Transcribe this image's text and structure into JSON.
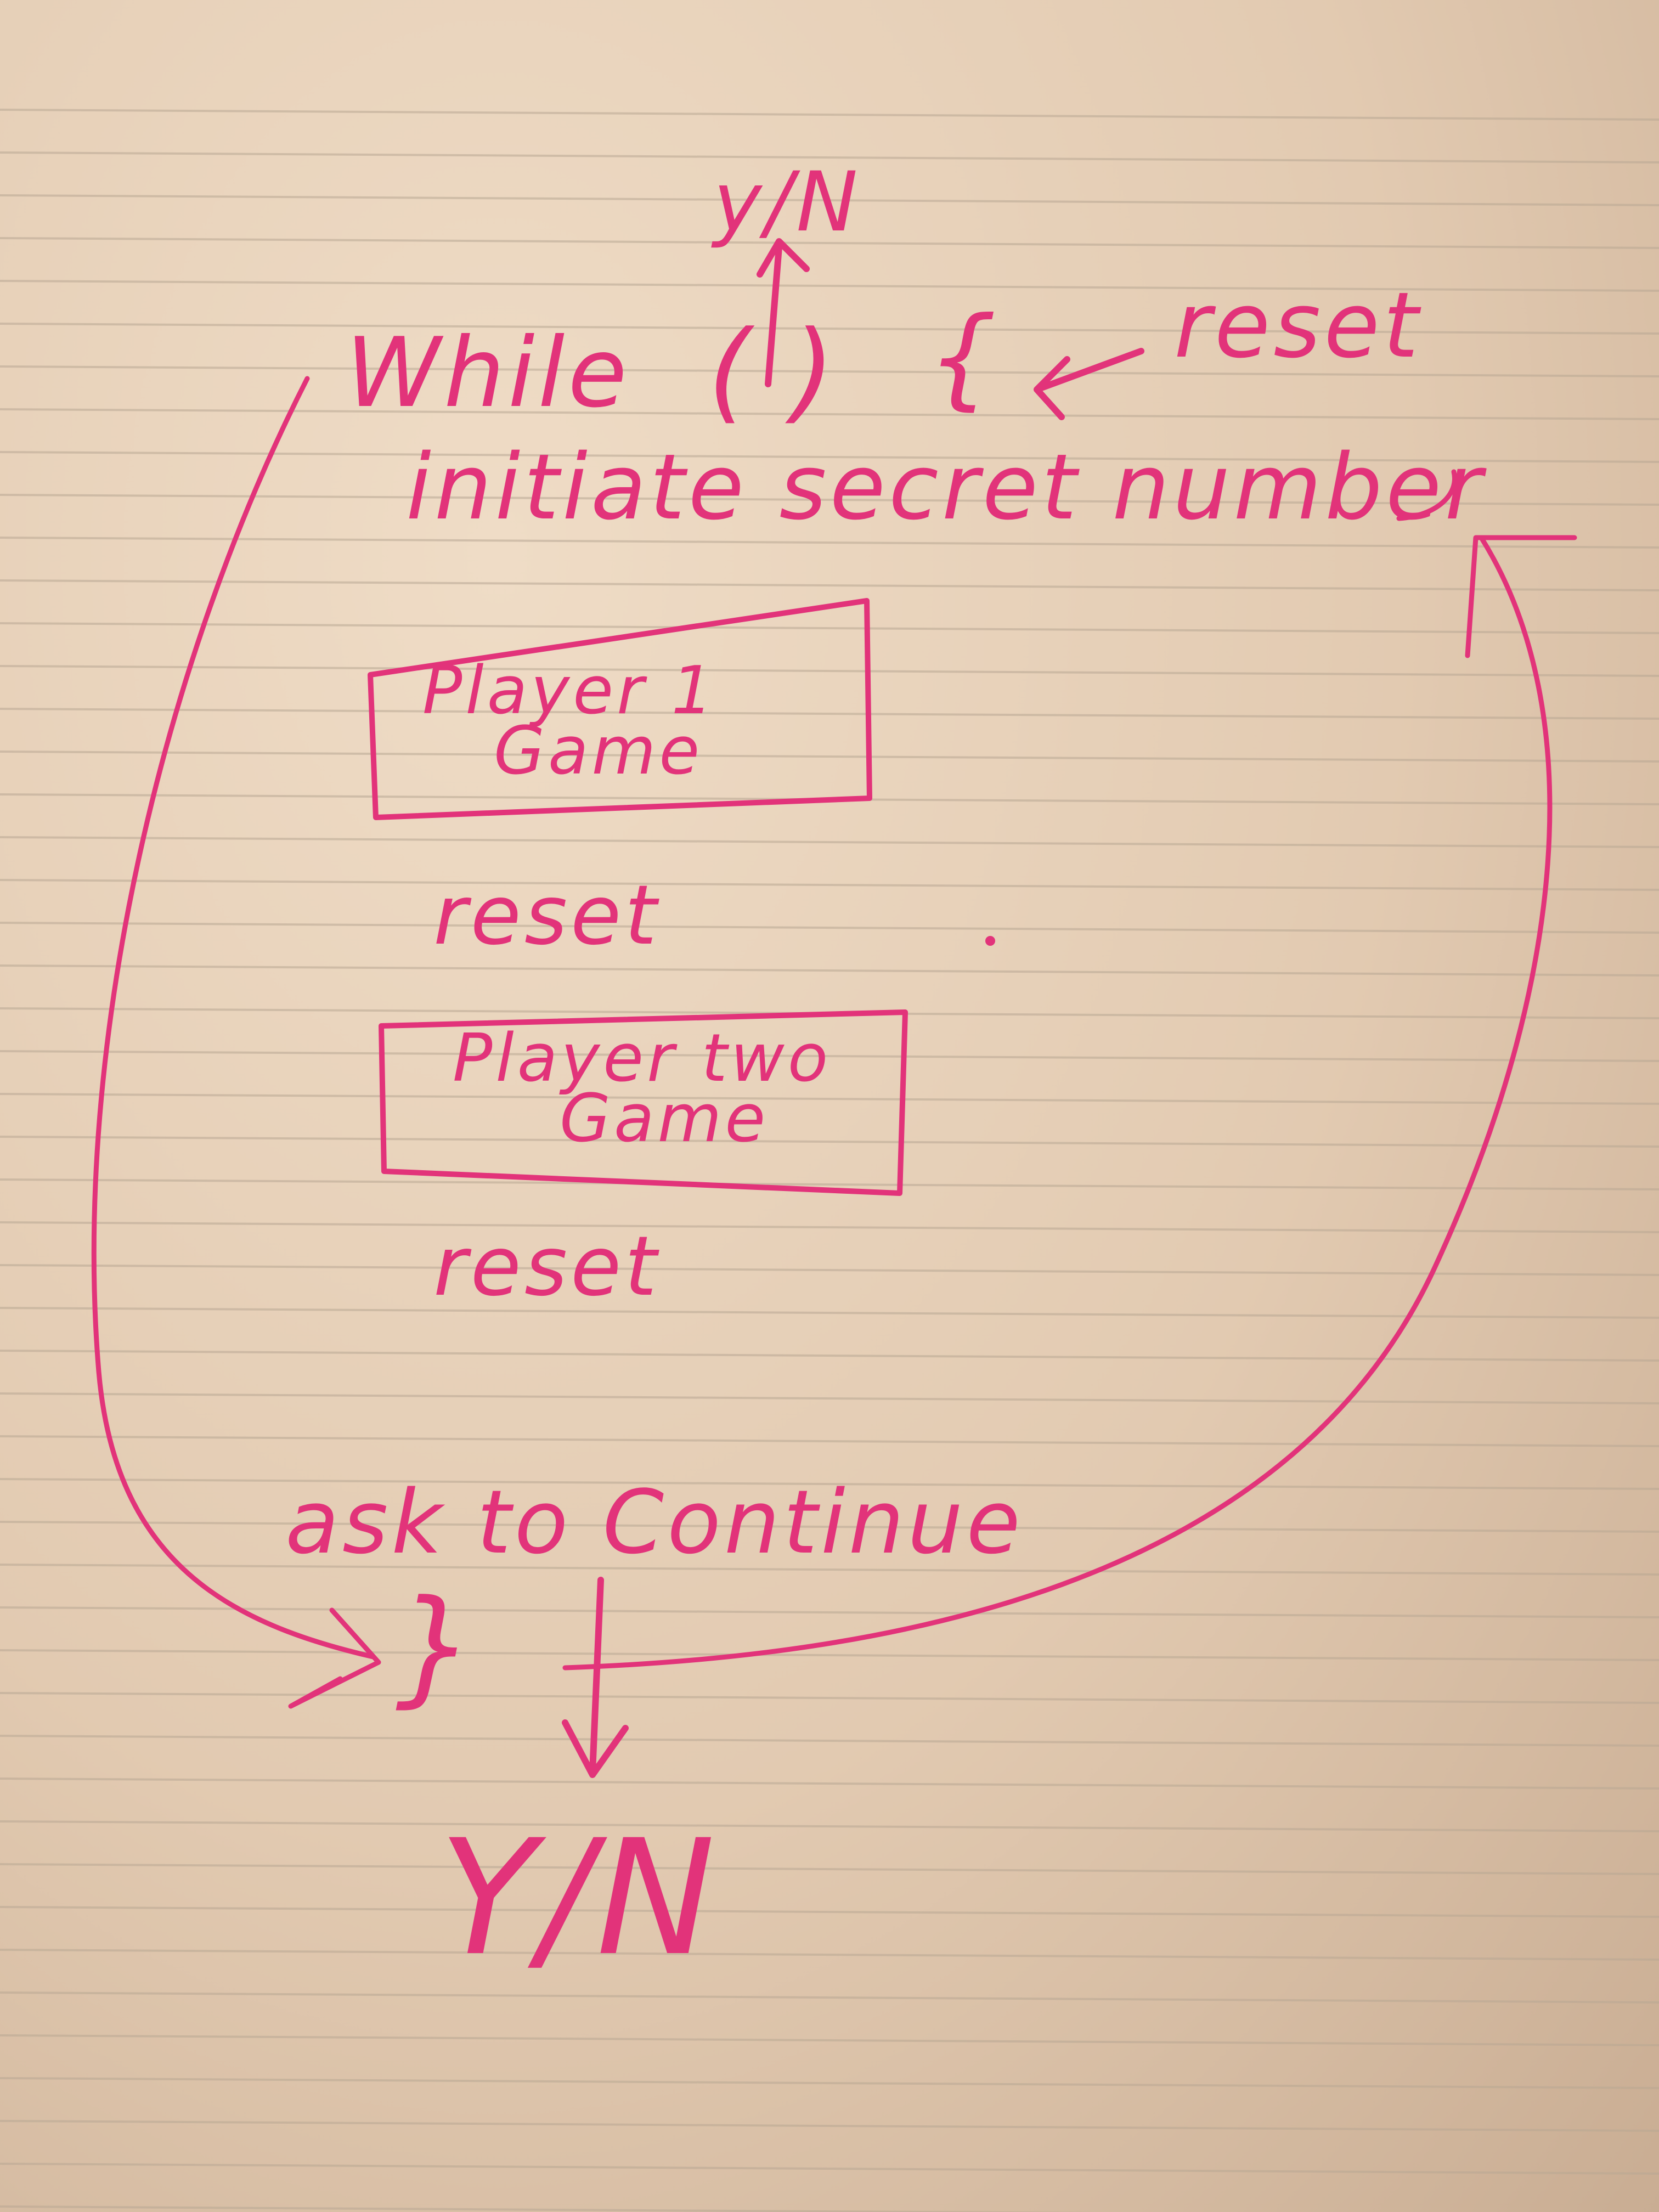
{
  "diagram": {
    "loop_label": "While",
    "condition_symbol": "( )",
    "condition_value": "y/N",
    "open_brace": "{",
    "close_brace": "}",
    "reset_top": "reset",
    "init_step": "initiate secret number",
    "player1_box": {
      "line1": "Player 1",
      "line2": "Game"
    },
    "reset_after_player1": "reset",
    "player2_box": {
      "line1": "Player two",
      "line2": "Game"
    },
    "reset_after_player2": "reset",
    "ask_step": "ask to Continue",
    "answer": "Y/N"
  },
  "colors": {
    "ink": "#e2337a",
    "paper": "#e8d4bd",
    "rules": "#b9a894"
  }
}
